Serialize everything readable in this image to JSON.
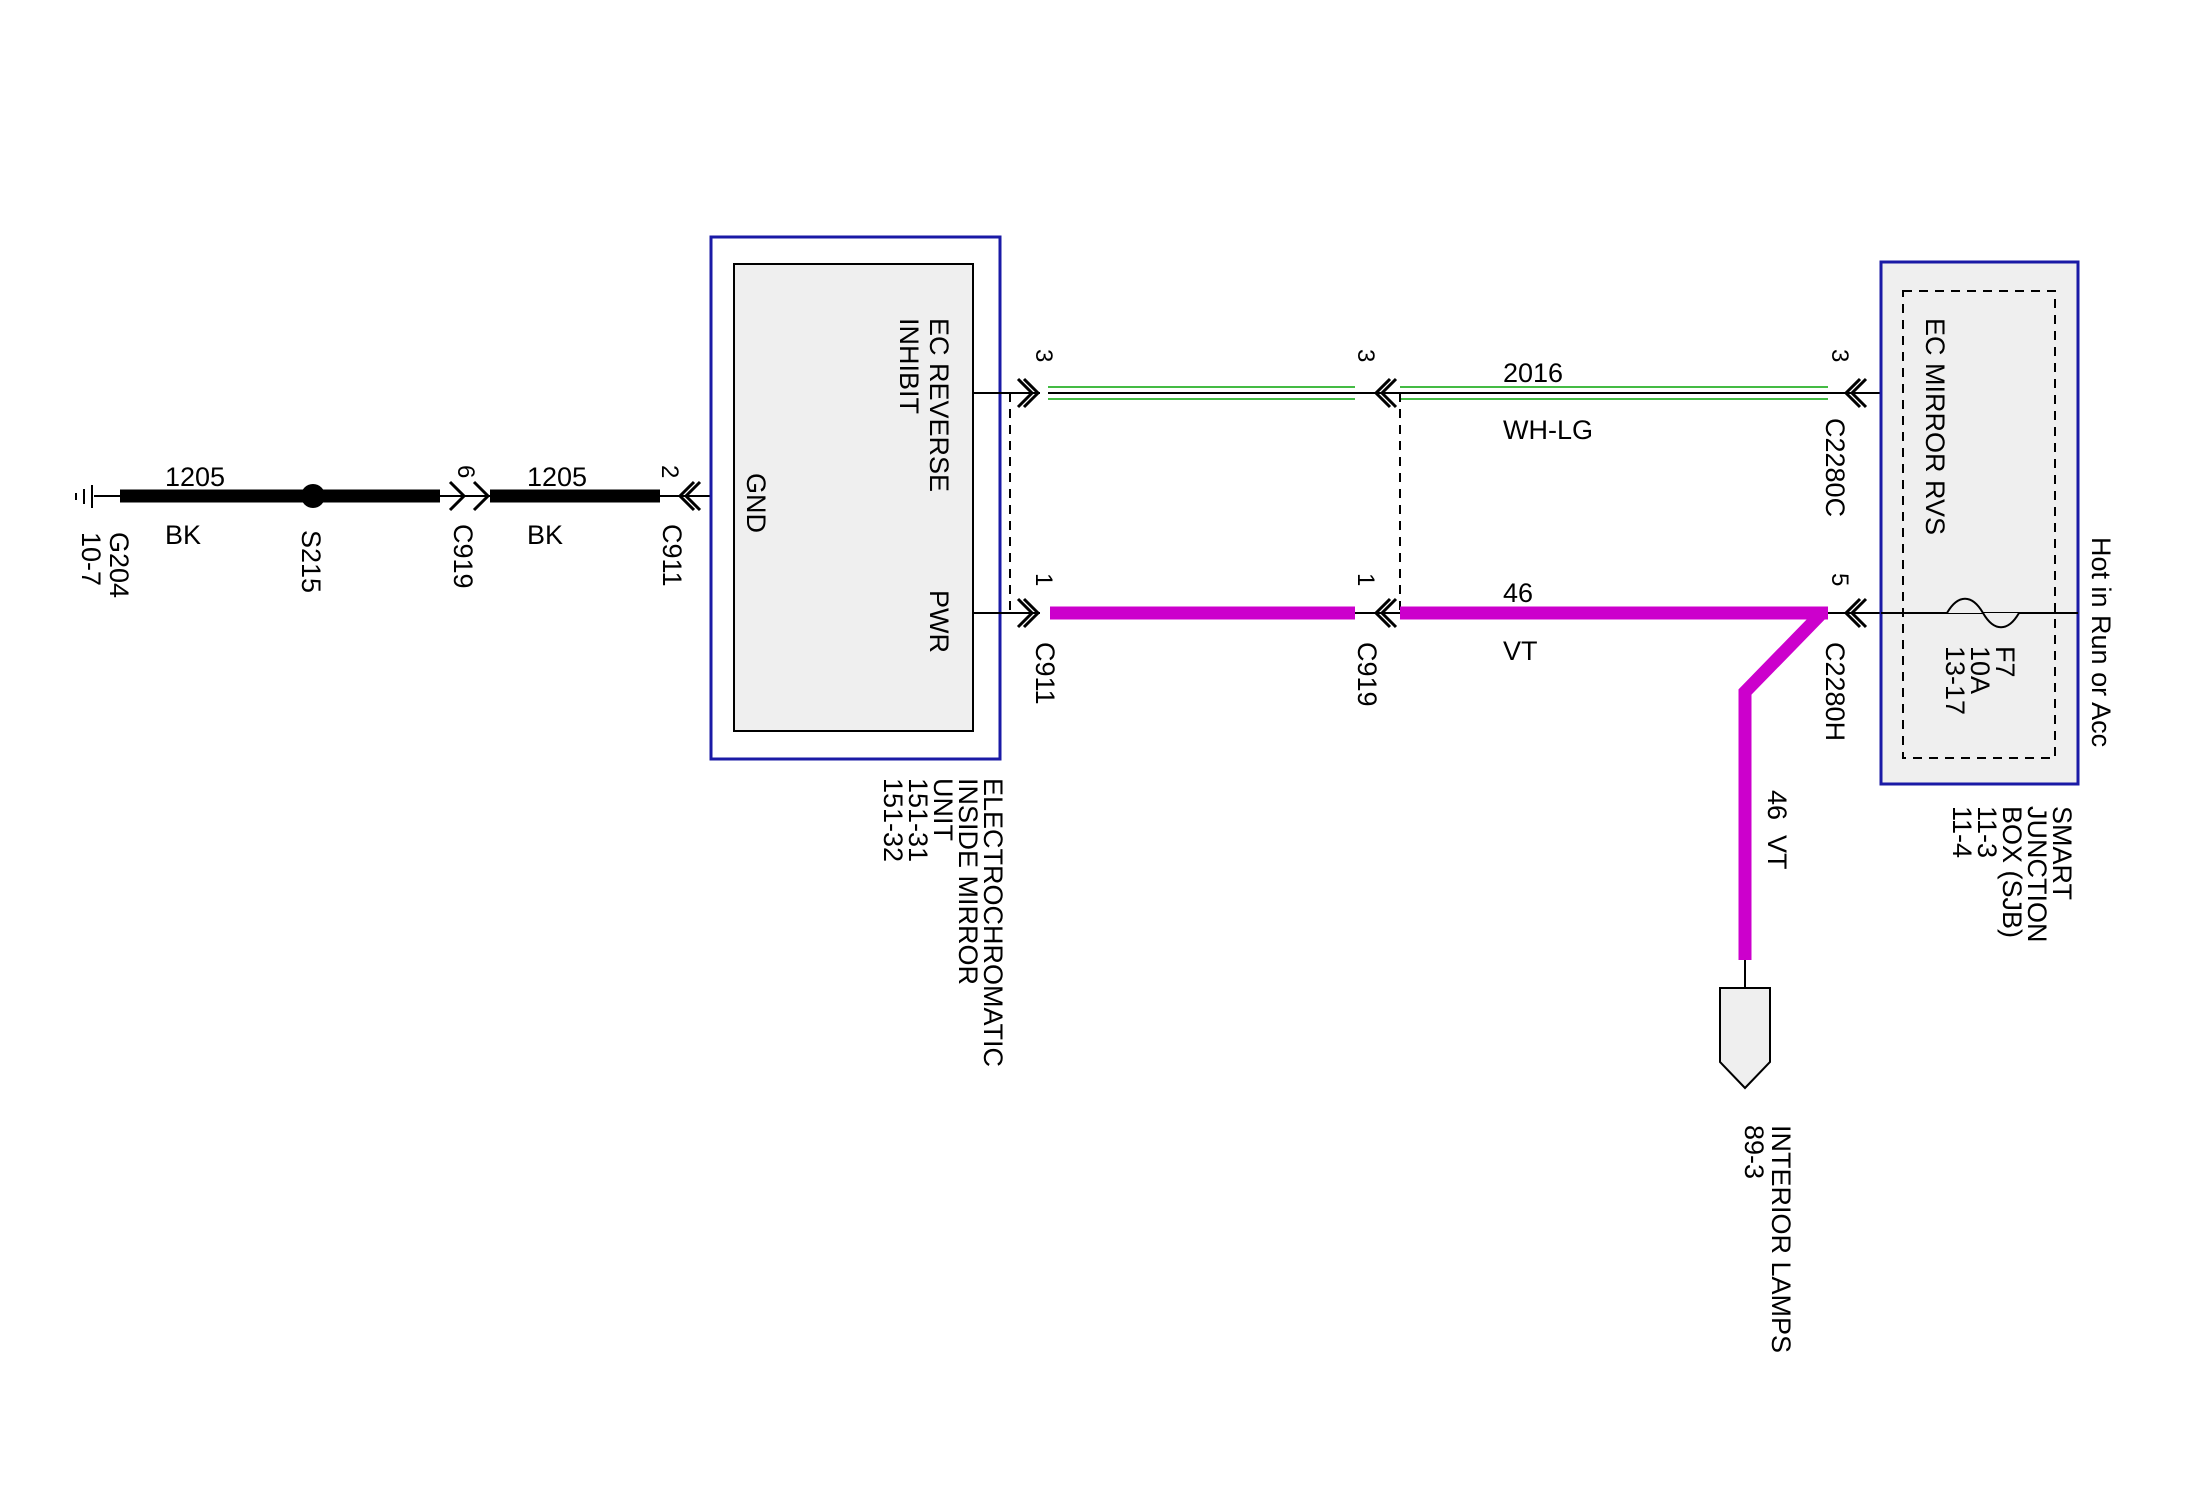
{
  "colors": {
    "wire_bk": "#000000",
    "wire_vt": "#cc00cc",
    "wire_wh_lg_stripe": "#44bb44",
    "module_border": "#1a1aa6",
    "module_fill": "#efefef"
  },
  "ground": {
    "name": "G204",
    "ref": "10-7",
    "icon": "ground-symbol-icon"
  },
  "splice": {
    "name": "S215"
  },
  "ground_wire": {
    "circuit": "1205",
    "color": "BK"
  },
  "connectors": {
    "c919_gnd": {
      "name": "C919",
      "pin": "6"
    },
    "c911_gnd": {
      "name": "C911",
      "pin": "2"
    },
    "c911_inhibit": {
      "pin": "3"
    },
    "c911_pwr": {
      "name": "C911",
      "pin": "1"
    },
    "c919_inhibit": {
      "pin": "3"
    },
    "c919_pwr": {
      "name": "C919",
      "pin": "1"
    },
    "c2280c": {
      "name": "C2280C",
      "pin": "3"
    },
    "c2280h": {
      "name": "C2280H",
      "pin": "5"
    }
  },
  "ec_mirror": {
    "name_lines": [
      "ELECTROCHROMATIC",
      "INSIDE MIRROR",
      "UNIT",
      "151-31",
      "151-32"
    ],
    "pins": {
      "inhibit_lines": [
        "EC REVERSE",
        "INHIBIT"
      ],
      "gnd": "GND",
      "pwr": "PWR"
    }
  },
  "signal_wire": {
    "circuit": "2016",
    "color": "WH-LG"
  },
  "power_wire": {
    "circuit": "46",
    "color": "VT"
  },
  "branch_wire": {
    "label": "46  VT"
  },
  "sjb": {
    "name_lines": [
      "SMART",
      "JUNCTION",
      "BOX (SJB)",
      "11-3",
      "11-4"
    ],
    "output_label": "EC MIRROR RVS",
    "fuse_lines": [
      "F7",
      "10A",
      "13-17"
    ],
    "power_source": "Hot in Run or Acc"
  },
  "interior_lamps": {
    "lines": [
      "INTERIOR LAMPS",
      "89-3"
    ]
  }
}
